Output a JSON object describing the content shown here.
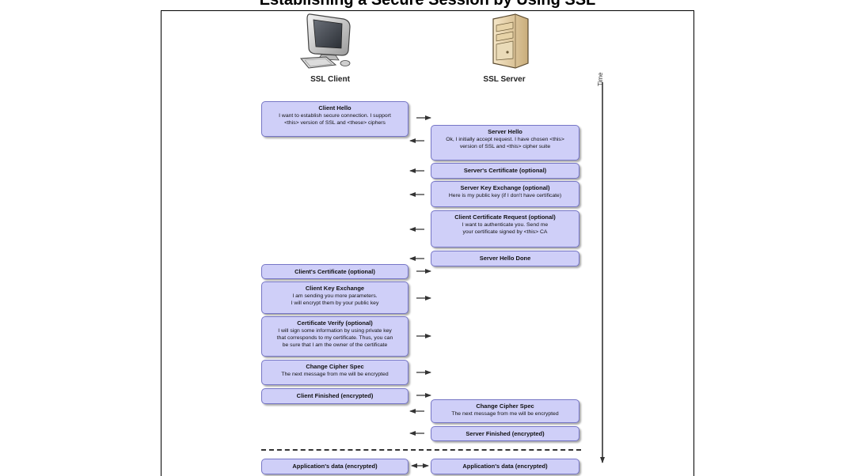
{
  "title": "Establishing a Secure Session by Using SSL",
  "participants": {
    "client": "SSL Client",
    "server": "SSL Server"
  },
  "time_label": "Time",
  "colors": {
    "message_fill": "#cfcff8",
    "message_border": "#7676c6",
    "arrow": "#333333"
  },
  "messages": [
    {
      "title": "Client Hello",
      "body": "I want to establish secure connection. I support\n<this> version of SSL and <these> ciphers",
      "side": "client",
      "direction": "right"
    },
    {
      "title": "Server Hello",
      "body": "Ok, I initially accept request. I have chosen <this>\nversion of SSL and <this> cipher suite",
      "side": "server",
      "direction": "left"
    },
    {
      "title": "Server's Certificate (optional)",
      "body": "",
      "side": "server",
      "direction": "left"
    },
    {
      "title": "Server Key Exchange (optional)",
      "body": "Here is my public key (if I don't have certificate)",
      "side": "server",
      "direction": "left"
    },
    {
      "title": "Client Certificate Request (optional)",
      "body": "I want to authenticate you. Send me\nyour certificate signed by <this> CA",
      "side": "server",
      "direction": "left"
    },
    {
      "title": "Server Hello Done",
      "body": "",
      "side": "server",
      "direction": "left"
    },
    {
      "title": "Client's Certificate (optional)",
      "body": "",
      "side": "client",
      "direction": "right"
    },
    {
      "title": "Client Key Exchange",
      "body": "I am sending you more parameters.\nI will encrypt them by your public key",
      "side": "client",
      "direction": "right"
    },
    {
      "title": "Certificate Verify (optional)",
      "body": "I will sign some information by using private key\nthat corresponds to my certificate. Thus, you can\nbe sure that I am the owner of the certificate",
      "side": "client",
      "direction": "right"
    },
    {
      "title": "Change Cipher Spec",
      "body": "The next message from me will be encrypted",
      "side": "client",
      "direction": "right"
    },
    {
      "title": "Client Finished (encrypted)",
      "body": "",
      "side": "client",
      "direction": "right"
    },
    {
      "title": "Change Cipher Spec",
      "body": "The next message from me will be encrypted",
      "side": "server",
      "direction": "left"
    },
    {
      "title": "Server Finished (encrypted)",
      "body": "",
      "side": "server",
      "direction": "left"
    },
    {
      "title": "Application's data (encrypted)",
      "body": "",
      "side": "client",
      "direction": "both"
    },
    {
      "title": "Application's data (encrypted)",
      "body": "",
      "side": "server",
      "direction": "both"
    }
  ]
}
